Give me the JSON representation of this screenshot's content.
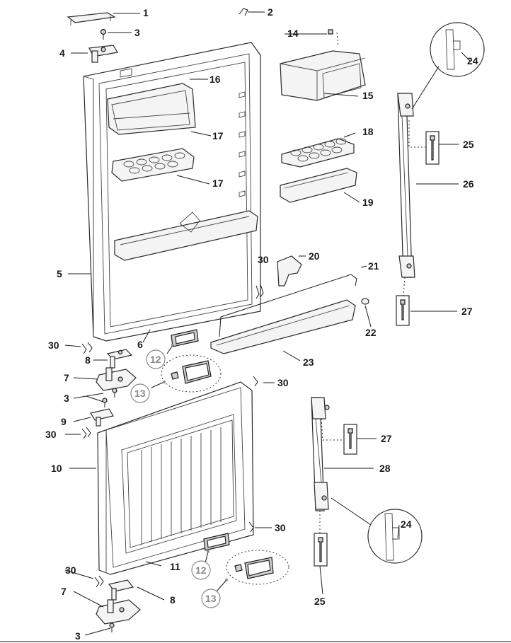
{
  "callouts": {
    "c1": "1",
    "c2": "2",
    "c3a": "3",
    "c3b": "3",
    "c3c": "3",
    "c4": "4",
    "c5": "5",
    "c6": "6",
    "c7a": "7",
    "c7b": "7",
    "c8a": "8",
    "c8b": "8",
    "c9": "9",
    "c10": "10",
    "c11": "11",
    "c12a": "12",
    "c12b": "12",
    "c13a": "13",
    "c13b": "13",
    "c14": "14",
    "c15": "15",
    "c16": "16",
    "c17a": "17",
    "c17b": "17",
    "c18": "18",
    "c19": "19",
    "c20": "20",
    "c21": "21",
    "c22": "22",
    "c23": "23",
    "c24a": "24",
    "c24b": "24",
    "c25a": "25",
    "c25b": "25",
    "c26": "26",
    "c27a": "27",
    "c27b": "27",
    "c28": "28",
    "c30a": "30",
    "c30b": "30",
    "c30c": "30",
    "c30d": "30",
    "c30e": "30",
    "c30f": "30"
  },
  "colors": {
    "line": "#1a1a1a",
    "callout_circle": "#8a8a8a",
    "part_fill": "#f4f4f4"
  }
}
